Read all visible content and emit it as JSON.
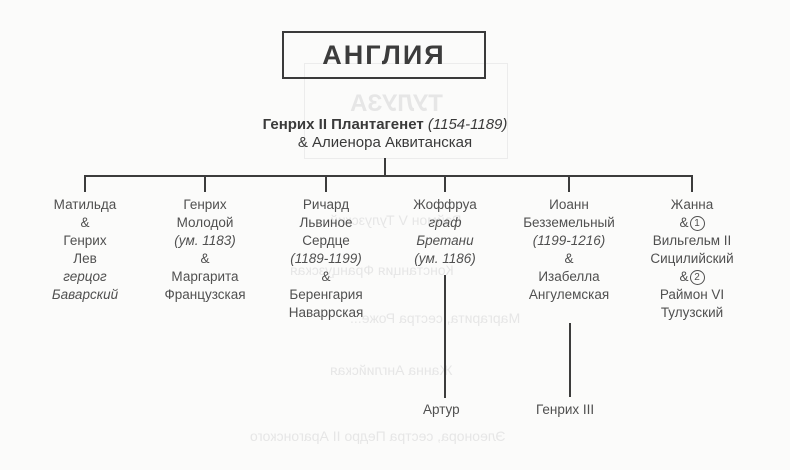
{
  "title": "АНГЛИЯ",
  "root": {
    "name": "Генрих II Плантагенет",
    "dates": "(1154-1189)",
    "spouse": "& Алиенора Аквитанская"
  },
  "children": [
    {
      "id": "matilda",
      "lines": [
        "Матильда",
        "&",
        "Генрих",
        "Лев"
      ],
      "italic_lines": [
        "герцог",
        "Баварский"
      ]
    },
    {
      "id": "henry-young",
      "name_lines": [
        "Генрих",
        "Молодой"
      ],
      "dates": "(ум. 1183)",
      "amp": "&",
      "spouse_lines": [
        "Маргарита",
        "Французская"
      ]
    },
    {
      "id": "richard",
      "name_lines": [
        "Ричард",
        "Львиное",
        "Сердце"
      ],
      "dates": "(1189-1199)",
      "amp": "&",
      "spouse_lines": [
        "Беренгария",
        "Наваррская"
      ]
    },
    {
      "id": "geoffrey",
      "name": "Жоффруа",
      "title_lines": [
        "граф",
        "Бретани"
      ],
      "dates": "(ум. 1186)",
      "child": "Артур"
    },
    {
      "id": "john",
      "name_lines": [
        "Иоанн",
        "Безземельный"
      ],
      "dates": "(1199-1216)",
      "amp": "&",
      "spouse_lines": [
        "Изабелла",
        "Ангулемская"
      ],
      "child": "Генрих III"
    },
    {
      "id": "joan",
      "name": "Жанна",
      "marriage1_amp": "&",
      "marriage1_num": "1",
      "spouse1_lines": [
        "Вильгельм II",
        "Сицилийский"
      ],
      "marriage2_amp": "&",
      "marriage2_num": "2",
      "spouse2_lines": [
        "Раймон VI",
        "Тулузский"
      ]
    }
  ],
  "ghost_text": {
    "mirrored_title": "ТУЛУЗА",
    "lines": [
      "Раймон V Тулузский",
      "Констанция Французская",
      "Маргарита, сестра Роже...",
      "Жанна Английская",
      "Элеонора, сестра Педро II Арагонского"
    ]
  },
  "colors": {
    "ink": "#3c3c3c",
    "paper": "#fbfbfa",
    "bleed": "#e6e6e6"
  }
}
